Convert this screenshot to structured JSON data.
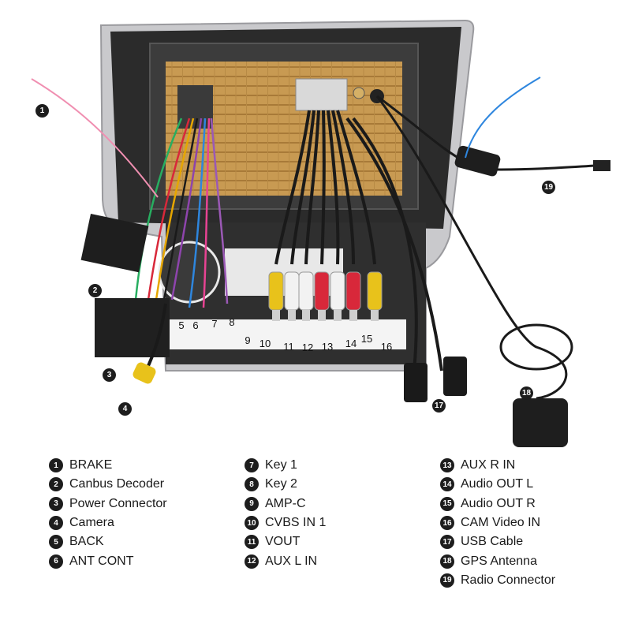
{
  "legend": {
    "columns": [
      [
        {
          "num": "1",
          "label": "BRAKE"
        },
        {
          "num": "2",
          "label": "Canbus Decoder"
        },
        {
          "num": "3",
          "label": "Power Connector"
        },
        {
          "num": "4",
          "label": "Camera"
        },
        {
          "num": "5",
          "label": "BACK"
        },
        {
          "num": "6",
          "label": "ANT CONT"
        }
      ],
      [
        {
          "num": "7",
          "label": "Key 1"
        },
        {
          "num": "8",
          "label": "Key 2"
        },
        {
          "num": "9",
          "label": "AMP-C"
        },
        {
          "num": "10",
          "label": "CVBS IN 1"
        },
        {
          "num": "11",
          "label": "VOUT"
        },
        {
          "num": "12",
          "label": "AUX L IN"
        }
      ],
      [
        {
          "num": "13",
          "label": "AUX R IN"
        },
        {
          "num": "14",
          "label": "Audio OUT L"
        },
        {
          "num": "15",
          "label": "Audio OUT R"
        },
        {
          "num": "16",
          "label": "CAM Video IN"
        },
        {
          "num": "17",
          "label": "USB Cable"
        },
        {
          "num": "18",
          "label": "GPS Antenna"
        },
        {
          "num": "19",
          "label": "Radio Connector"
        }
      ]
    ]
  },
  "callouts": [
    "1",
    "2",
    "3",
    "4",
    "5",
    "6",
    "7",
    "8",
    "9",
    "10",
    "11",
    "12",
    "13",
    "14",
    "15",
    "16",
    "17",
    "18",
    "19"
  ],
  "colors": {
    "housing": "#2b2b2b",
    "frame_silver": "#c9c9cc",
    "heatsink": "#c89a52",
    "rca_yellow": "#e8c21b",
    "rca_white": "#f2f2f2",
    "rca_red": "#d8283a",
    "cable_black": "#1a1a1a"
  }
}
